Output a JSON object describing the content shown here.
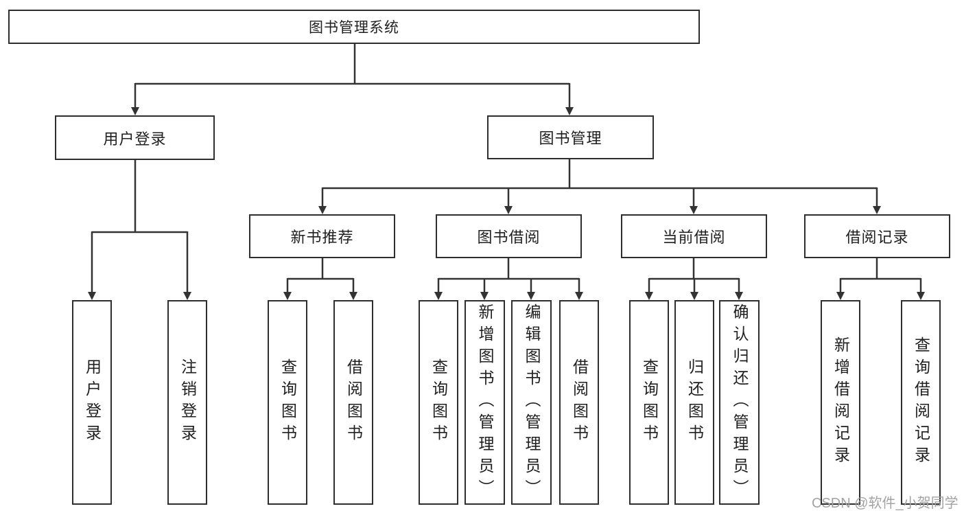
{
  "diagram": {
    "root": {
      "label": "图书管理系统"
    },
    "level2": [
      {
        "label": "用户登录"
      },
      {
        "label": "图书管理"
      }
    ],
    "level3": [
      {
        "label": "新书推荐"
      },
      {
        "label": "图书借阅"
      },
      {
        "label": "当前借阅"
      },
      {
        "label": "借阅记录"
      }
    ],
    "leaves": {
      "login": [
        "用户登录",
        "注销登录"
      ],
      "recommend": [
        "查询图书",
        "借阅图书"
      ],
      "borrow": [
        "查询图书",
        "新增图书（管理员）",
        "编辑图书（管理员）",
        "借阅图书"
      ],
      "current": [
        "查询图书",
        "归还图书",
        "确认归还（管理员）"
      ],
      "records": [
        "新增借阅记录",
        "查询借阅记录"
      ]
    }
  },
  "watermark": {
    "text": "CSDN @软件_小贺同学"
  },
  "colors": {
    "line": "#333333",
    "box_border": "#2e2e2e",
    "text": "#1f1f1f",
    "watermark": "#a3a3a3",
    "background": "#ffffff"
  }
}
